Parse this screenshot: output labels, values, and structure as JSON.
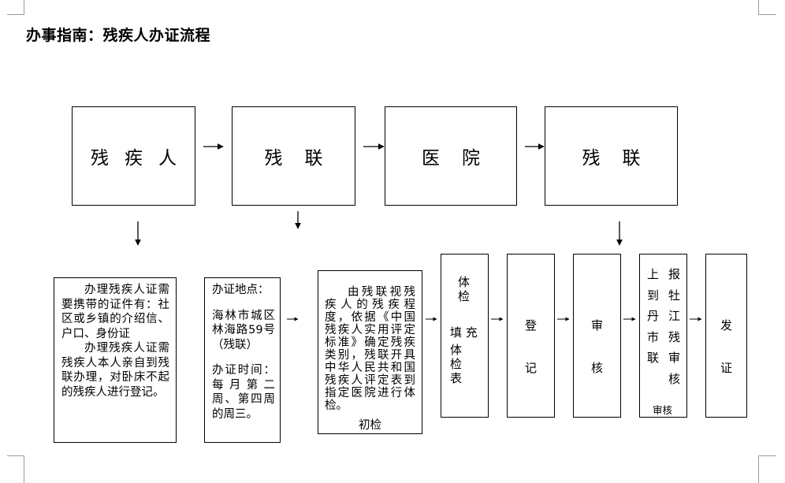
{
  "title": "办事指南：残疾人办证流程",
  "top_row": [
    "残疾人",
    "残联",
    "医院",
    "残联"
  ],
  "bottom_row": {
    "required_docs": {
      "para1": "办理残疾人证需要携带的证件有：社区或乡镇的介绍信、户口、身份证",
      "para2": "办理残疾人证需残疾人本人亲自到残联办理，对卧床不起的残疾人进行登记。"
    },
    "location": {
      "label": "办证地点：",
      "address": "海林市城区林海路59号（残联）",
      "time": "办证时间：每月第二周、第四周的周三。"
    },
    "initial_check": {
      "text": "由残联视残疾人的残疾程度，依据《中国残疾人实用评定标准》确定残疾类别，残联开具中华人民共和国残疾人评定表到指定医院进行体检。",
      "caption": "初检"
    },
    "medical_exam": {
      "line1": "体检",
      "line2": "填 充",
      "line3": "体检表"
    },
    "register": "登记",
    "review": "审核",
    "submit": {
      "col_right": "报牡江残审核",
      "col_left": "上到丹市联",
      "caption": "审核"
    },
    "issue": "发证"
  }
}
